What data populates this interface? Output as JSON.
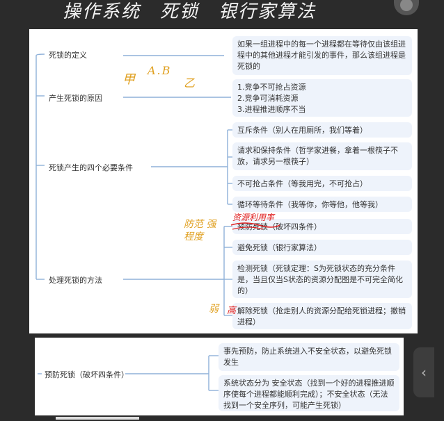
{
  "title": "操作系统　死锁　银行家算法",
  "mindmap": {
    "definition": {
      "label": "死锁的定义",
      "detail": "如果一组进程中的每一个进程都在等待仅由该组进程中的其他进程才能引发的事件，那么该组进程是死锁的"
    },
    "causes": {
      "label": "产生死锁的原因",
      "detail": "1.竞争不可抢占资源\n2.竞争可消耗资源\n3.进程推进顺序不当"
    },
    "conditions": {
      "label": "死锁产生的四个必要条件",
      "items": [
        "互斥条件（别人在用厕所，我们等着）",
        "请求和保持条件（哲学家进餐，拿着一根筷子不放，请求另一根筷子）",
        "不可抢占条件（等我用完，不可抢占）",
        "循环等待条件（我等你，你等他，他等我）"
      ]
    },
    "handling": {
      "label": "处理死锁的方法",
      "items": [
        "预防死锁（破坏四条件）",
        "避免死锁（银行家算法）",
        "检测死锁（死锁定理：S为死锁状态的充分条件是，当且仅当S状态的资源分配图是不可完全简化的）",
        "解除死锁（抢走别人的资源分配给死锁进程；撤销进程）"
      ]
    }
  },
  "mindmap2": {
    "prevent": {
      "label": "预防死锁（破坏四条件）",
      "items": [
        "事先预防，防止系统进入不安全状态，以避免死锁发生",
        "系统状态分为 安全状态（找到一个好的进程推进顺序使每个进程都能顺利完成）；不安全状态（无法找到一个安全序列，可能产生死锁）"
      ]
    }
  },
  "annotations": {
    "ab_note": "A.B",
    "jia": "甲",
    "yi": "乙",
    "prevent_note": "防范 强\n程度",
    "resource_util": "资源利用率",
    "weak": "弱",
    "high": "高"
  },
  "colors": {
    "line": "#8fb1d9",
    "box": "#eef3fb",
    "ink_orange": "#e0a020",
    "ink_red": "#e02020"
  },
  "icons": {
    "side_handle": "chevron-left-icon"
  }
}
